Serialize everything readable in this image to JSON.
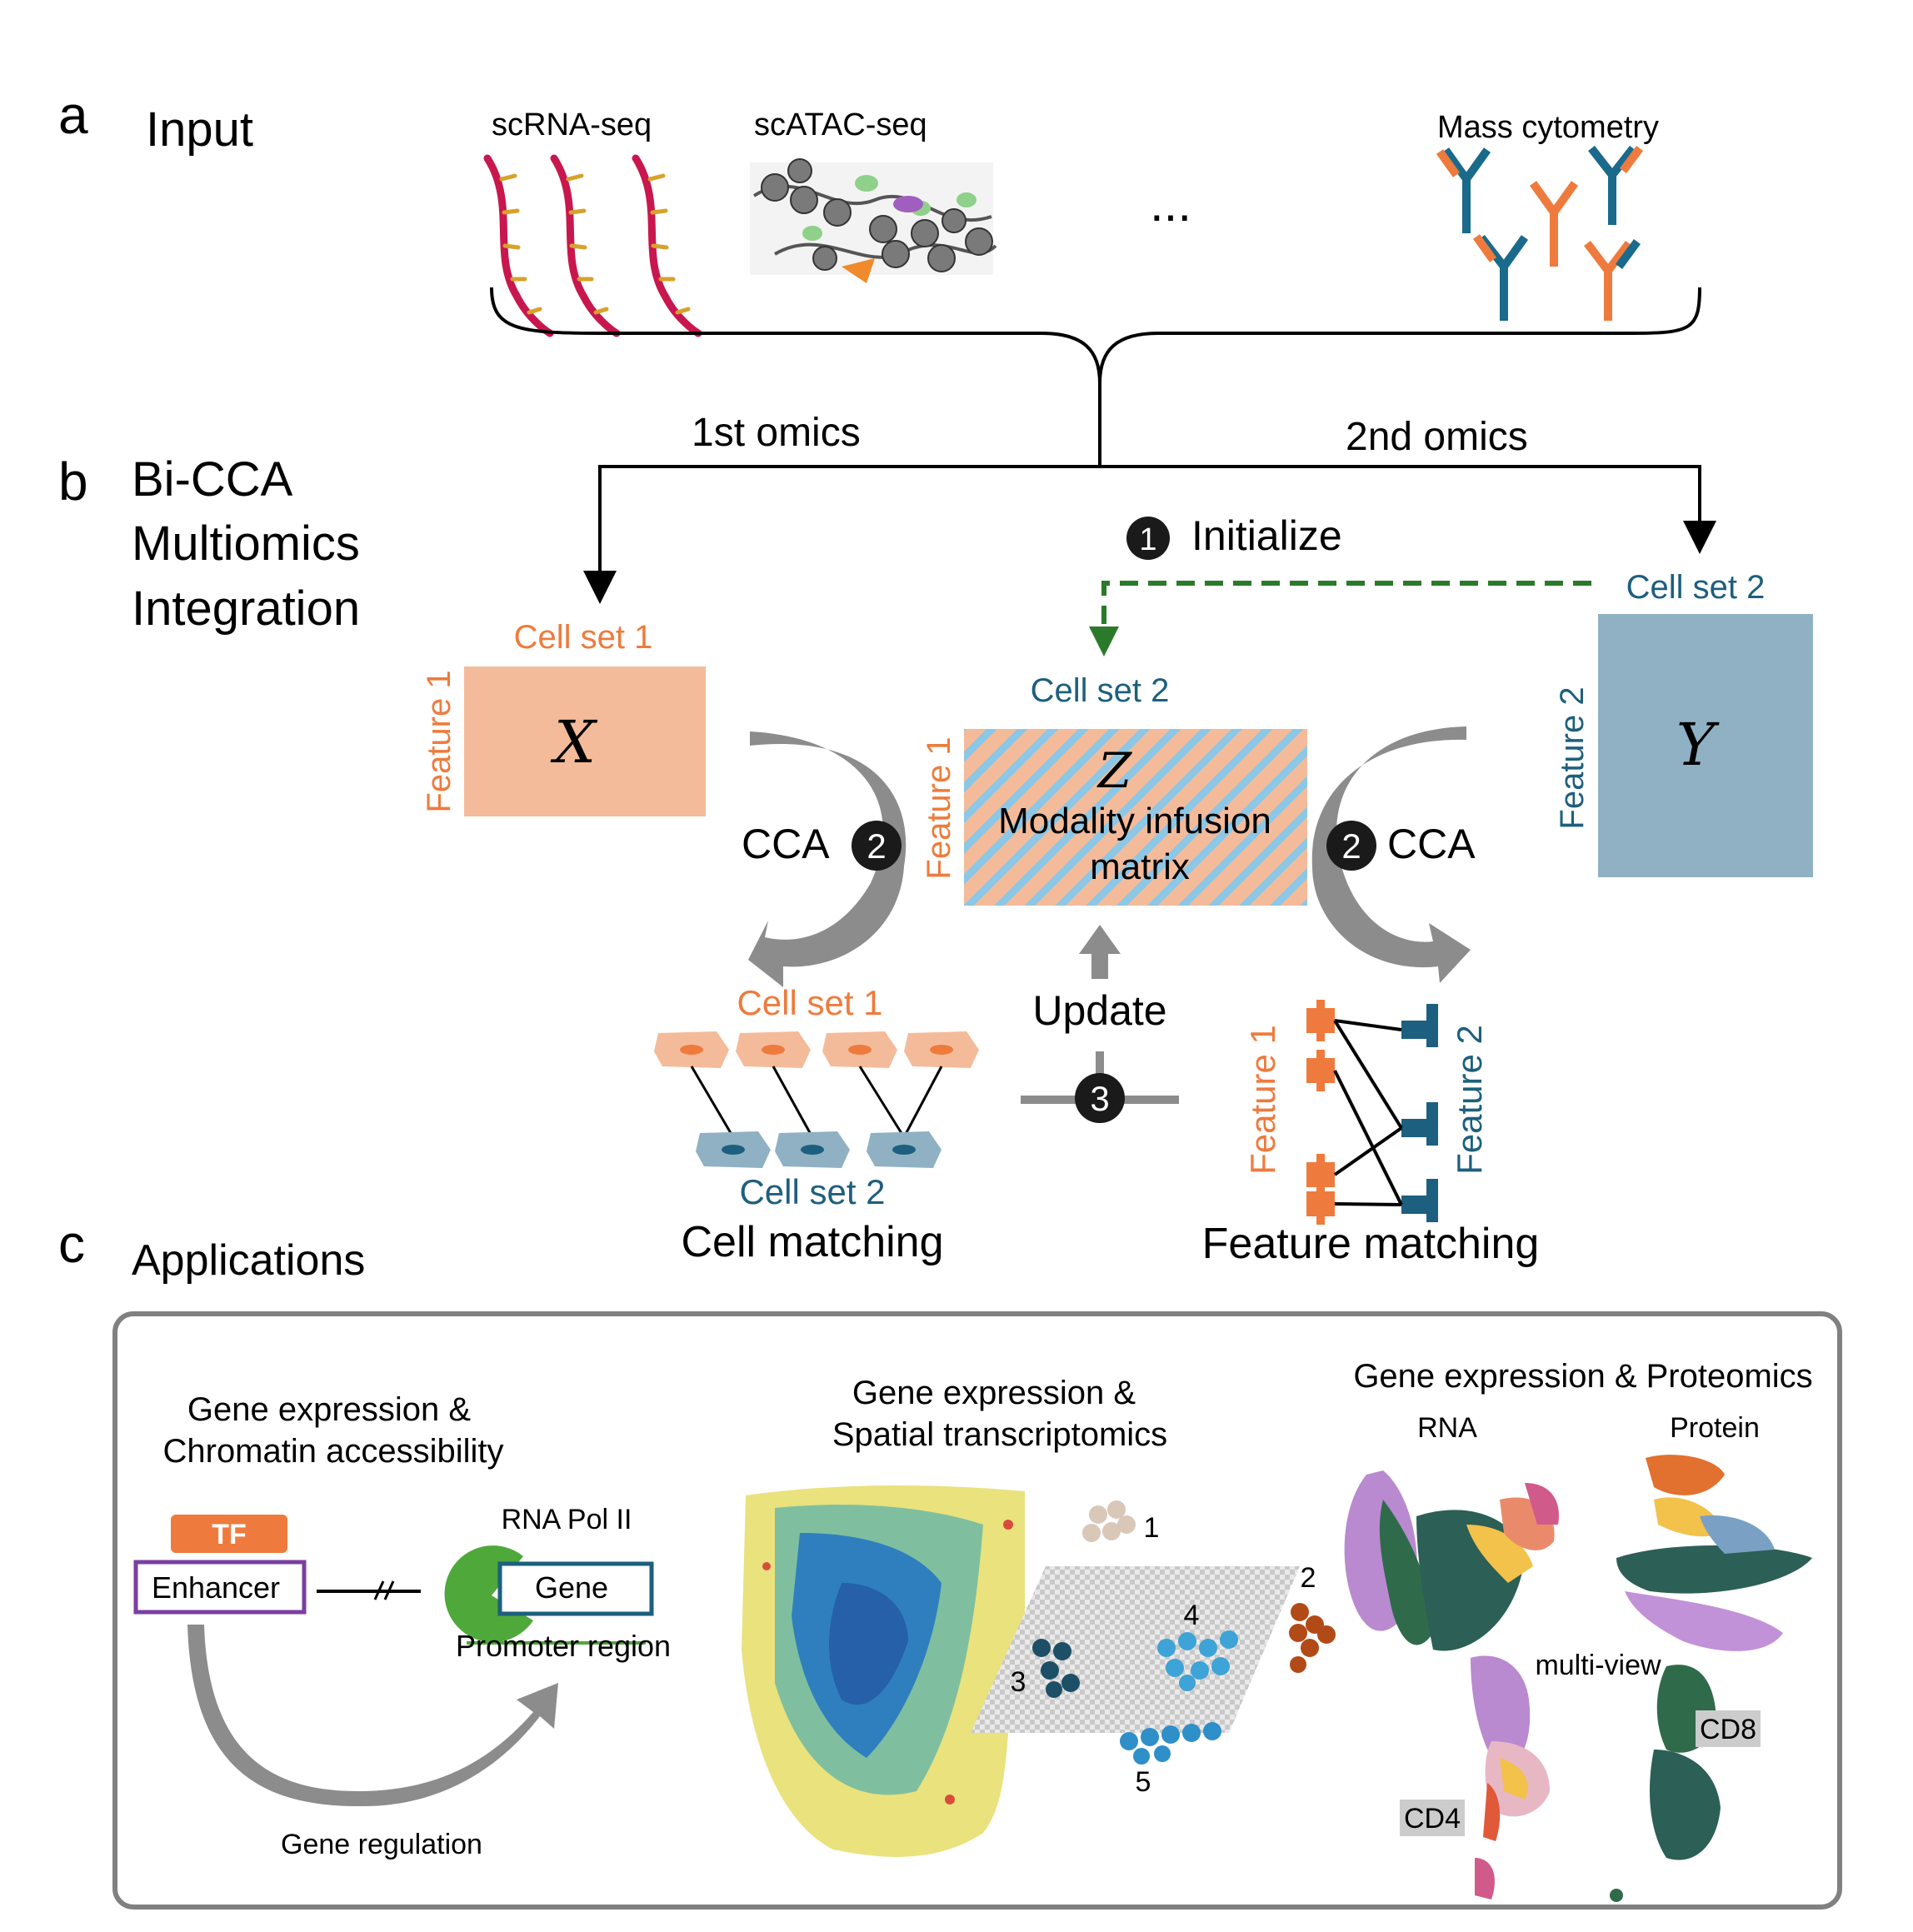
{
  "panels": {
    "a": {
      "letter": "a",
      "title": "Input"
    },
    "b": {
      "letter": "b",
      "title_lines": [
        "Bi-CCA",
        "Multiomics",
        "Integration"
      ]
    },
    "c": {
      "letter": "c",
      "title": "Applications"
    }
  },
  "inputs": {
    "scrna": "scRNA-seq",
    "scatac": "scATAC-seq",
    "ellipsis": "...",
    "mass": "Mass cytometry"
  },
  "omics": {
    "first": "1st omics",
    "second": "2nd omics"
  },
  "steps": {
    "initialize": {
      "num": "1",
      "label": "Initialize"
    },
    "cca": {
      "num": "2",
      "label": "CCA"
    },
    "update": {
      "num": "3",
      "label": "Update"
    }
  },
  "matrices": {
    "x": {
      "symbol": "X",
      "top": "Cell set 1",
      "side": "Feature 1"
    },
    "y": {
      "symbol": "Y",
      "top": "Cell set 2",
      "side": "Feature 2"
    },
    "z": {
      "symbol": "Z",
      "top": "Cell set 2",
      "side": "Feature 1",
      "line1": "Modality infusion",
      "line2": "matrix"
    }
  },
  "matching": {
    "cell": {
      "top": "Cell set 1",
      "bottom": "Cell set 2",
      "title": "Cell matching"
    },
    "feature": {
      "left": "Feature 1",
      "right": "Feature 2",
      "title": "Feature matching"
    }
  },
  "applications": {
    "chromatin": {
      "title1": "Gene expression &",
      "title2": "Chromatin accessibility",
      "tf": "TF",
      "enhancer": "Enhancer",
      "polii": "RNA Pol II",
      "gene": "Gene",
      "promoter": "Promoter region",
      "regulation": "Gene regulation"
    },
    "spatial": {
      "title1": "Gene expression &",
      "title2": "Spatial transcriptomics",
      "clusters": [
        "1",
        "2",
        "3",
        "4",
        "5"
      ]
    },
    "proteomics": {
      "title": "Gene expression & Proteomics",
      "rna": "RNA",
      "protein": "Protein",
      "multiview": "multi-view",
      "cd8": "CD8",
      "cd4": "CD4"
    }
  },
  "colors": {
    "orange": "#ee7b3d",
    "orange_fill": "#f4bb9a",
    "teal": "#1d5f7e",
    "teal_fill": "#8fb1c3",
    "green_dash": "#2b7a2b",
    "gray_arrow": "#8c8c8c"
  }
}
